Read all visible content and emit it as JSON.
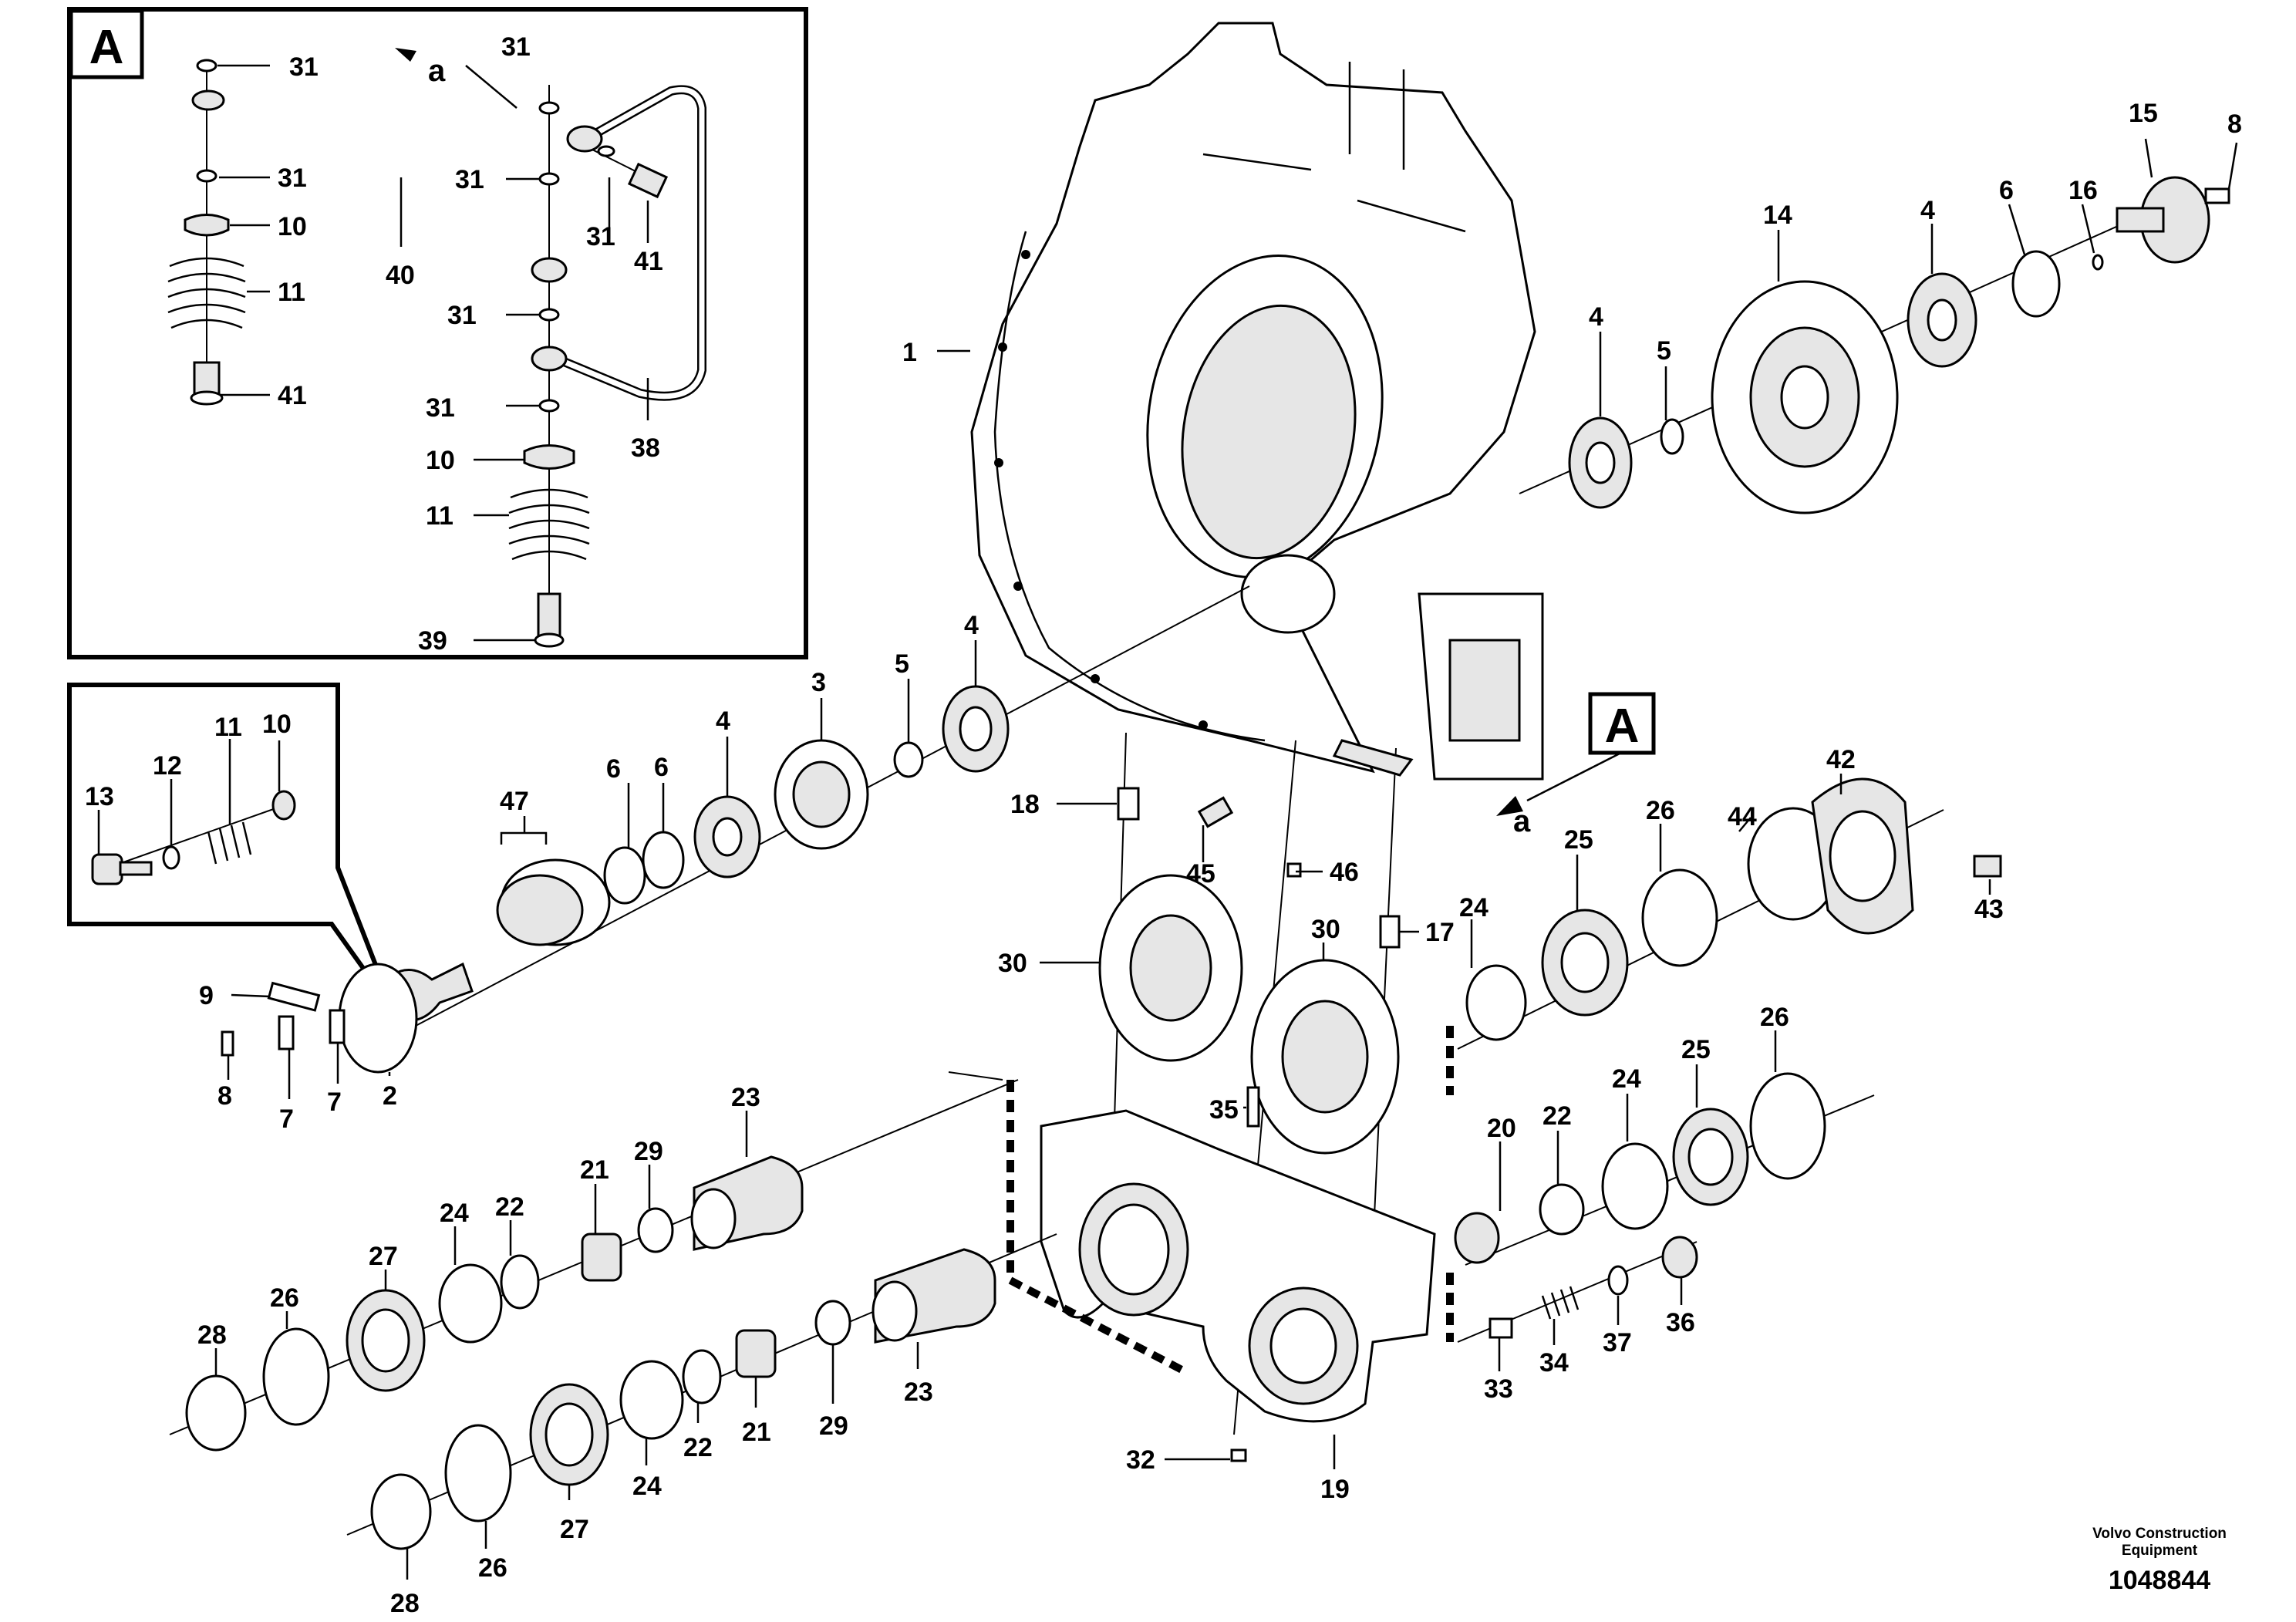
{
  "view_labels": {
    "inset_top": "A",
    "inset_bottom_ref": "A"
  },
  "callout_letter": "a",
  "footer": {
    "company": "Volvo Construction\nEquipment",
    "drawing_number": "1048844"
  },
  "parts": {
    "1": "1",
    "2": "2",
    "3": "3",
    "4": "4",
    "5": "5",
    "6": "6",
    "7": "7",
    "8": "8",
    "9": "9",
    "10": "10",
    "11": "11",
    "12": "12",
    "13": "13",
    "14": "14",
    "15": "15",
    "16": "16",
    "17": "17",
    "18": "18",
    "19": "19",
    "20": "20",
    "21": "21",
    "22": "22",
    "23": "23",
    "24": "24",
    "25": "25",
    "26": "26",
    "27": "27",
    "28": "28",
    "29": "29",
    "30": "30",
    "31": "31",
    "32": "32",
    "33": "33",
    "34": "34",
    "35": "35",
    "36": "36",
    "37": "37",
    "38": "38",
    "39": "39",
    "40": "40",
    "41": "41",
    "42": "42",
    "43": "43",
    "44": "44",
    "45": "45",
    "46": "46",
    "47": "47"
  }
}
